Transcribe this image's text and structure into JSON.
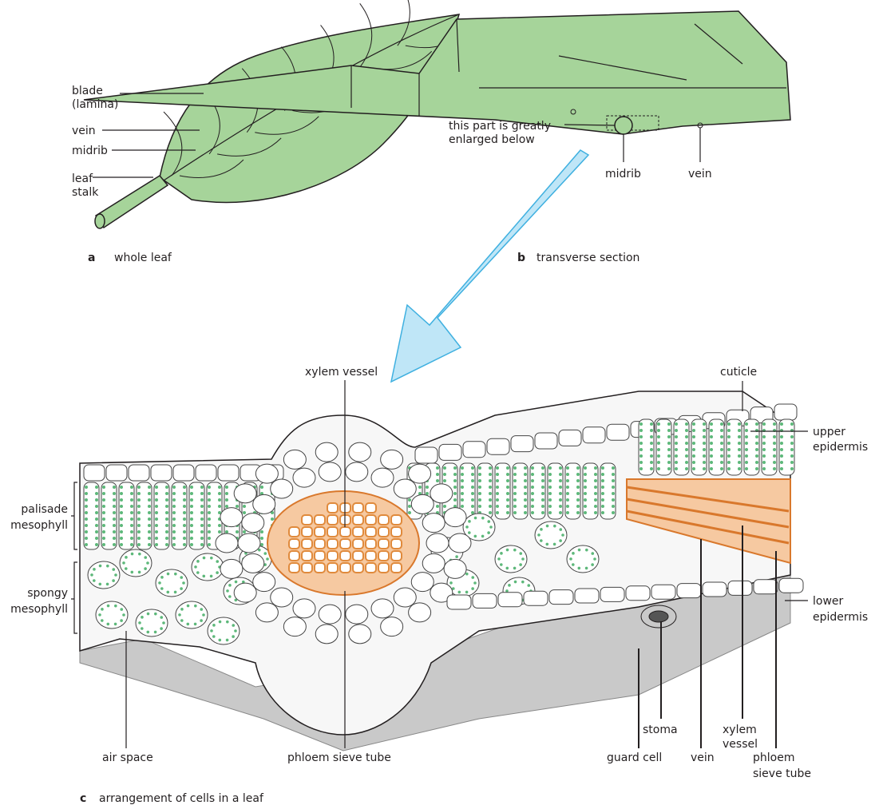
{
  "panel_a": {
    "letter": "a",
    "caption": "whole leaf",
    "labels": {
      "blade_line1": "blade",
      "blade_line2": "(lamina)",
      "vein": "vein",
      "midrib": "midrib",
      "stalk_line1": "leaf",
      "stalk_line2": "stalk"
    }
  },
  "panel_b": {
    "letter": "b",
    "caption": "transverse section",
    "labels": {
      "enlarged_line1": "this part is greatly",
      "enlarged_line2": "enlarged below",
      "midrib": "midrib",
      "vein": "vein"
    }
  },
  "panel_c": {
    "letter": "c",
    "caption": "arrangement of cells in a leaf",
    "labels": {
      "xylem_vessel_top": "xylem vessel",
      "cuticle": "cuticle",
      "upper_epidermis_line1": "upper",
      "upper_epidermis_line2": "epidermis",
      "palisade_line1": "palisade",
      "palisade_line2": "mesophyll",
      "spongy_line1": "spongy",
      "spongy_line2": "mesophyll",
      "lower_epidermis_line1": "lower",
      "lower_epidermis_line2": "epidermis",
      "air_space": "air space",
      "phloem_sieve_tube_left": "phloem sieve tube",
      "stoma": "stoma",
      "guard_cell": "guard cell",
      "vein": "vein",
      "xylem_line1": "xylem",
      "xylem_line2": "vessel",
      "phloem_line1": "phloem",
      "phloem_line2": "sieve tube"
    }
  },
  "colors": {
    "leaf_green": "#a6d49a",
    "chloroplast_green": "#5db87a",
    "vascular_orange": "#e08a3c",
    "arrow_blue": "#bfe6f7"
  }
}
